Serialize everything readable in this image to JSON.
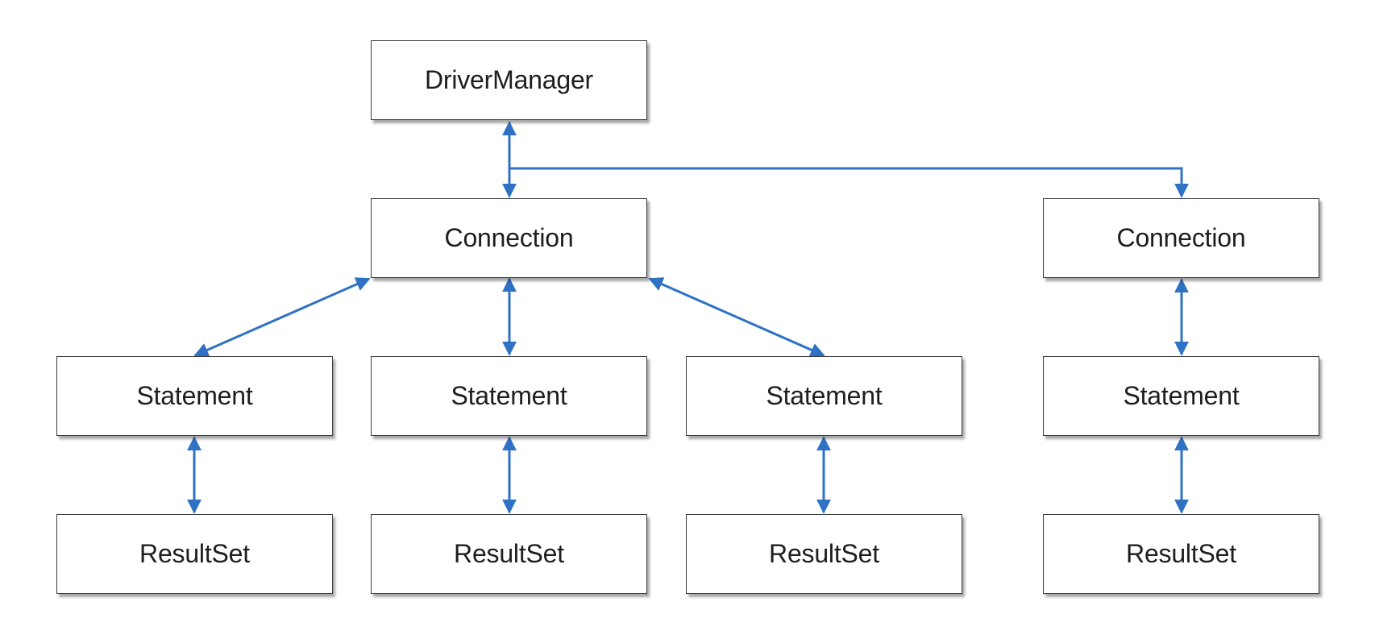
{
  "diagram": {
    "colors": {
      "edge": "#2f72c4",
      "node_border": "#3a3a3a",
      "node_fill": "#ffffff",
      "text": "#1e1e1e"
    },
    "nodes": {
      "driver_manager": "DriverManager",
      "connection_1": "Connection",
      "connection_2": "Connection",
      "statement_1": "Statement",
      "statement_2": "Statement",
      "statement_3": "Statement",
      "statement_4": "Statement",
      "resultset_1": "ResultSet",
      "resultset_2": "ResultSet",
      "resultset_3": "ResultSet",
      "resultset_4": "ResultSet"
    },
    "edges": [
      {
        "from": "DriverManager",
        "to": "Connection (1)",
        "arrows": "both"
      },
      {
        "from": "DriverManager",
        "to": "Connection (2)",
        "arrows": "end"
      },
      {
        "from": "Connection (1)",
        "to": "Statement (1)",
        "arrows": "both"
      },
      {
        "from": "Connection (1)",
        "to": "Statement (2)",
        "arrows": "both"
      },
      {
        "from": "Connection (1)",
        "to": "Statement (3)",
        "arrows": "both"
      },
      {
        "from": "Connection (2)",
        "to": "Statement (4)",
        "arrows": "both"
      },
      {
        "from": "Statement (1)",
        "to": "ResultSet (1)",
        "arrows": "both"
      },
      {
        "from": "Statement (2)",
        "to": "ResultSet (2)",
        "arrows": "both"
      },
      {
        "from": "Statement (3)",
        "to": "ResultSet (3)",
        "arrows": "both"
      },
      {
        "from": "Statement (4)",
        "to": "ResultSet (4)",
        "arrows": "both"
      }
    ]
  }
}
